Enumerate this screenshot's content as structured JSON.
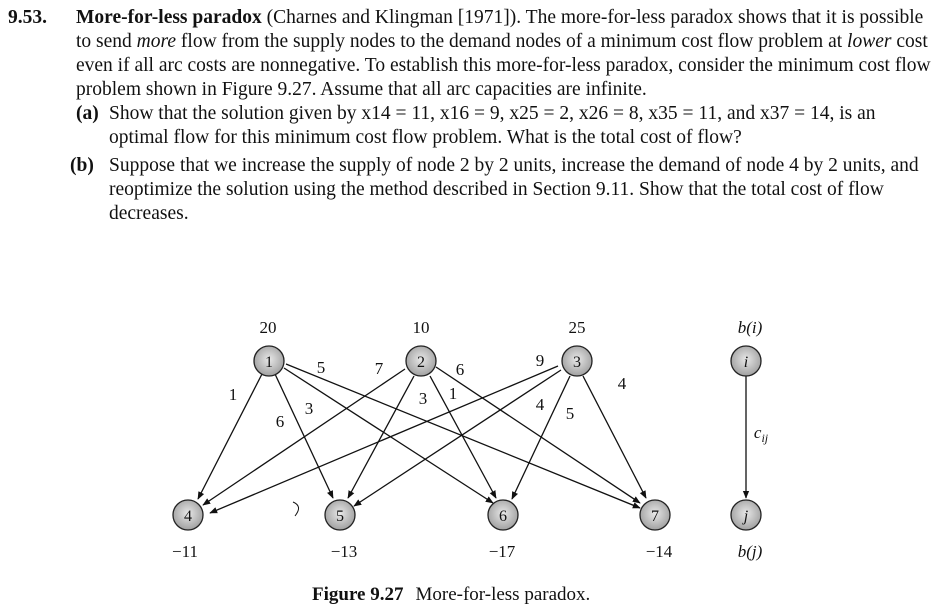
{
  "problem": {
    "number": "9.53.",
    "title": "More-for-less paradox",
    "intro_1": " (Charnes and Klingman [1971]). The more-for-less paradox shows that it is possible to send ",
    "em_more": "more",
    "intro_2": " flow from the supply nodes to the demand nodes of a minimum cost flow problem at ",
    "em_lower": "lower",
    "intro_3": " cost even if all arc costs are nonnegative. To establish this more-for-less paradox, consider the minimum cost flow problem shown in Figure 9.27. Assume that all arc capacities are infinite.",
    "part_a_label": "(a)",
    "part_a_1": "Show that the solution given by ",
    "part_a_flows": "x14 = 11, x16 = 9, x25 = 2, x26 = 8, x35 = 11, and x37 = 14",
    "part_a_2": ", is an optimal flow for this minimum cost flow problem. What is the total cost of flow?",
    "part_b_label": "(b)",
    "part_b": "Suppose that we increase the supply of node 2 by 2 units, increase the demand of node 4 by 2 units, and reoptimize the solution using the method described in Section 9.11. Show that the total cost of flow decreases."
  },
  "figure": {
    "nodes": [
      {
        "id": "1",
        "supply": "20"
      },
      {
        "id": "2",
        "supply": "10"
      },
      {
        "id": "3",
        "supply": "25"
      },
      {
        "id": "4",
        "supply": "−11"
      },
      {
        "id": "5",
        "supply": "−13"
      },
      {
        "id": "6",
        "supply": "−17"
      },
      {
        "id": "7",
        "supply": "−14"
      }
    ],
    "arc_costs": [
      "1",
      "6",
      "3",
      "5",
      "7",
      "3",
      "1",
      "6",
      "9",
      "4",
      "5",
      "4"
    ],
    "legend": {
      "top_label": "b(i)",
      "top_node": "i",
      "arc_label": "c",
      "arc_sub": "ij",
      "bottom_node": "j",
      "bottom_label": "b(j)"
    },
    "caption_label": "Figure 9.27",
    "caption_text": "More-for-less paradox."
  }
}
